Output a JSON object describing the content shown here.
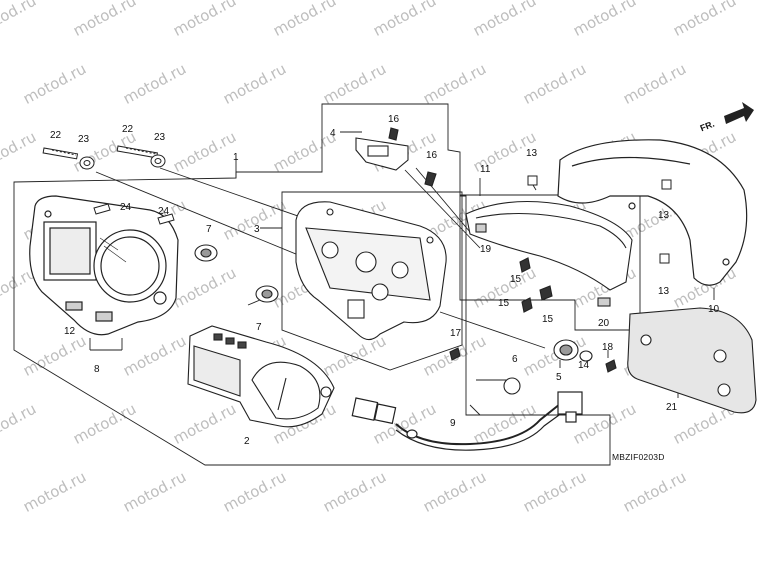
{
  "watermark": "motod.ru",
  "diagram_code": "MBZIF0203D",
  "direction_label": "FR.",
  "callouts": [
    "1",
    "2",
    "3",
    "4",
    "5",
    "6",
    "7",
    "7",
    "8",
    "9",
    "10",
    "11",
    "12",
    "13",
    "13",
    "13",
    "14",
    "15",
    "15",
    "15",
    "16",
    "16",
    "17",
    "18",
    "19",
    "20",
    "21",
    "22",
    "22",
    "23",
    "23",
    "24",
    "24"
  ],
  "colors": {
    "line": "#222222",
    "watermark": "#bdbdbd",
    "fill": "#ffffff",
    "shade": "#9a9a9a"
  }
}
